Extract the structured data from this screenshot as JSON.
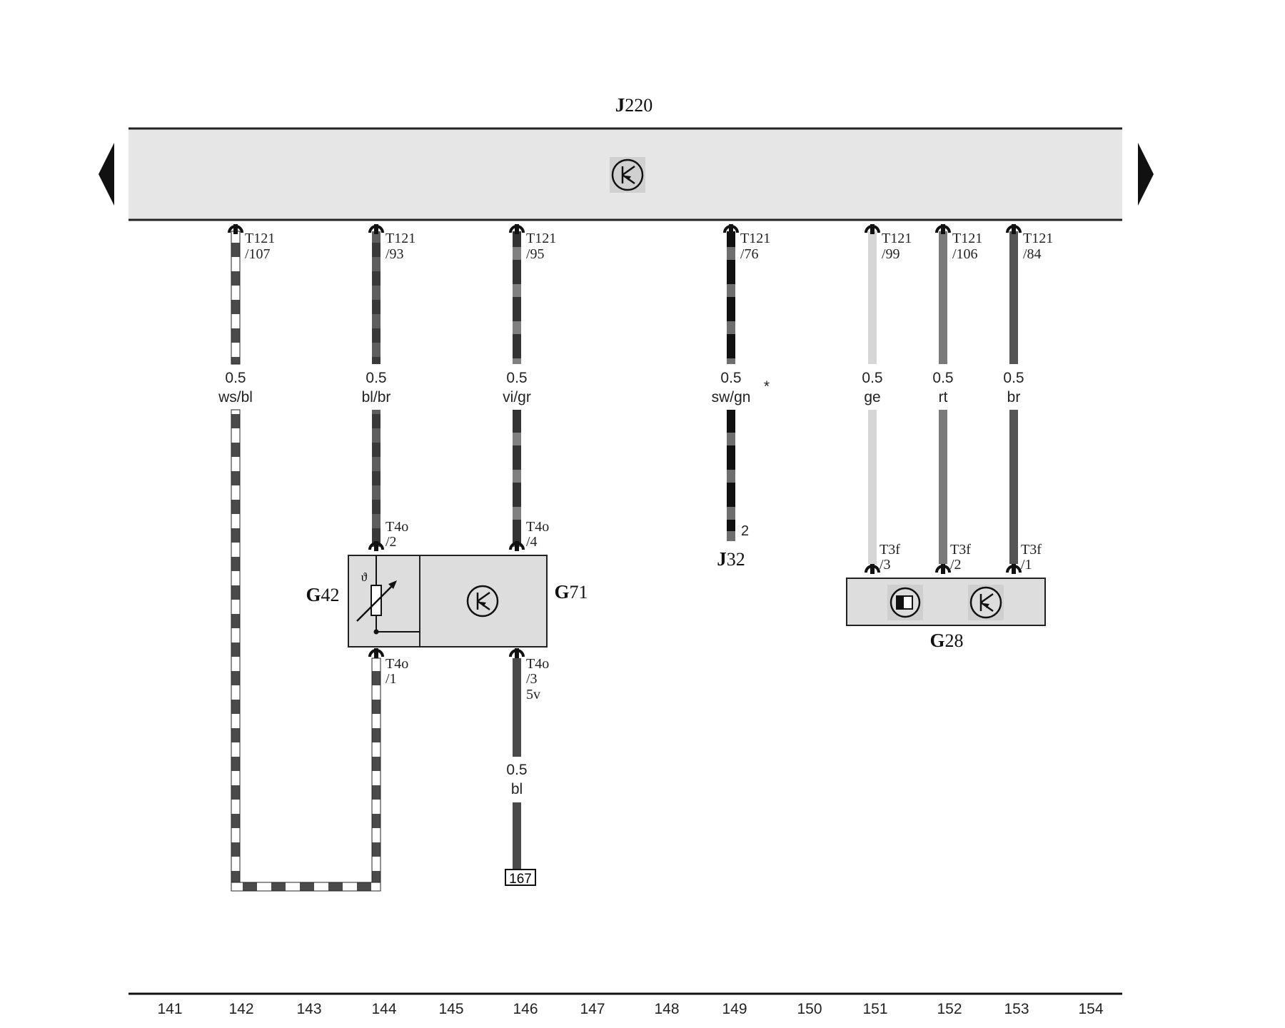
{
  "control_unit": {
    "name": "J220"
  },
  "wires": [
    {
      "id": "w107",
      "pin_top": "T121",
      "pin_bottom": "/107",
      "gauge": "0.5",
      "color": "ws/bl"
    },
    {
      "id": "w93",
      "pin_top": "T121",
      "pin_bottom": "/93",
      "gauge": "0.5",
      "color": "bl/br"
    },
    {
      "id": "w95",
      "pin_top": "T121",
      "pin_bottom": "/95",
      "gauge": "0.5",
      "color": "vi/gr"
    },
    {
      "id": "w76",
      "pin_top": "T121",
      "pin_bottom": "/76",
      "gauge": "0.5",
      "color": "sw/gn",
      "note": "*"
    },
    {
      "id": "w99",
      "pin_top": "T121",
      "pin_bottom": "/99",
      "gauge": "0.5",
      "color": "ge"
    },
    {
      "id": "w106",
      "pin_top": "T121",
      "pin_bottom": "/106",
      "gauge": "0.5",
      "color": "rt"
    },
    {
      "id": "w84",
      "pin_top": "T121",
      "pin_bottom": "/84",
      "gauge": "0.5",
      "color": "br"
    }
  ],
  "g42_g71": {
    "g42": "G42",
    "g71": "G71",
    "theta": "ϑ",
    "pin_top_left": {
      "top": "T4o",
      "bottom": "/2"
    },
    "pin_top_right": {
      "top": "T4o",
      "bottom": "/4"
    },
    "pin_bottom_left": {
      "top": "T4o",
      "bottom": "/1"
    },
    "pin_bottom_right": {
      "top": "T4o",
      "bottom": "/3",
      "extra": "5v"
    }
  },
  "lower_wire": {
    "gauge": "0.5",
    "color": "bl",
    "ref": "167"
  },
  "j32": {
    "name": "J32",
    "pin": "2"
  },
  "g28": {
    "name": "G28",
    "pins": [
      {
        "top": "T3f",
        "bottom": "/3"
      },
      {
        "top": "T3f",
        "bottom": "/2"
      },
      {
        "top": "T3f",
        "bottom": "/1"
      }
    ]
  },
  "ruler": [
    "141",
    "142",
    "143",
    "144",
    "145",
    "146",
    "147",
    "148",
    "149",
    "150",
    "151",
    "152",
    "153",
    "154"
  ],
  "wire_colors": {
    "ws/bl": [
      "#ffffff",
      "#4a4a4a"
    ],
    "bl/br": [
      "#5a5a5a",
      "#3a3a3a"
    ],
    "vi/gr": [
      "#333333",
      "#808080"
    ],
    "sw/gn": [
      "#111111",
      "#6e6e6e"
    ],
    "ge": [
      "#d6d6d6"
    ],
    "rt": [
      "#7a7a7a"
    ],
    "br": [
      "#555555"
    ],
    "bl": [
      "#4a4a4a"
    ]
  }
}
